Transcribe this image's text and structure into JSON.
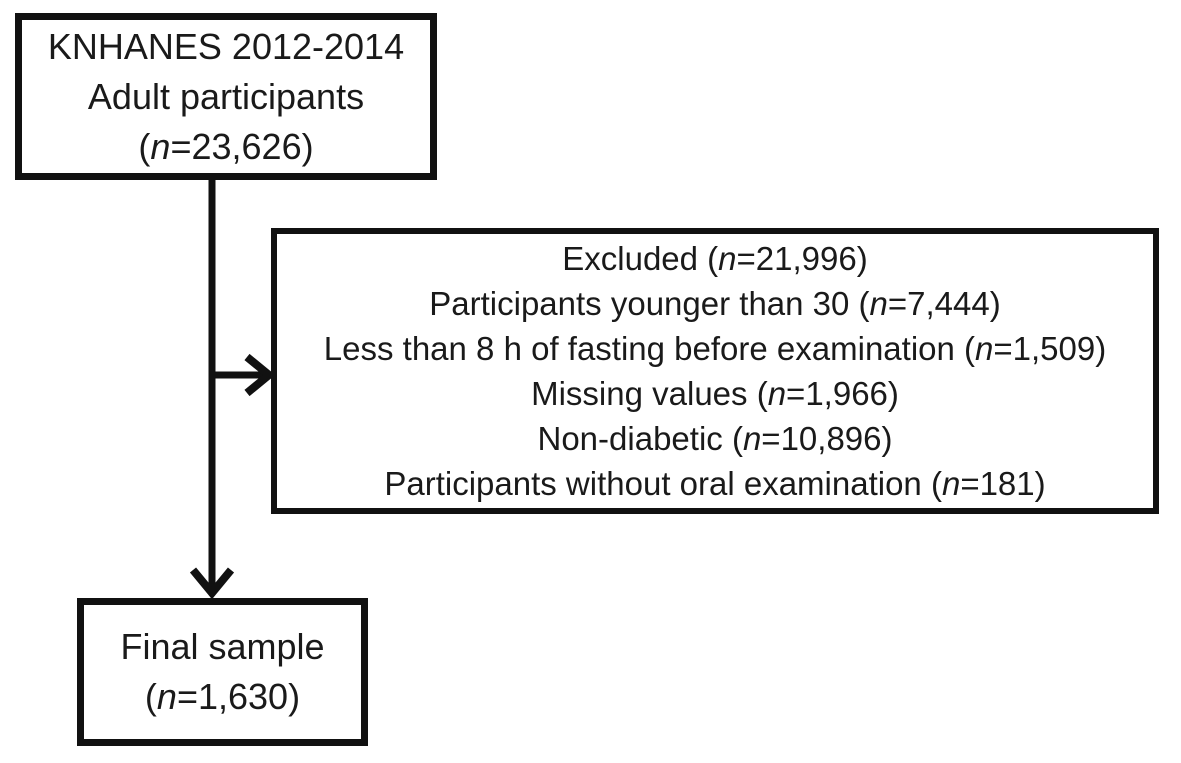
{
  "figure": {
    "type": "participant-flow-diagram",
    "boxes": {
      "source": {
        "lines": [
          "KNHANES 2012-2014",
          "Adult participants",
          "(n=23,626)"
        ]
      },
      "excluded": {
        "lines": [
          "Excluded (n=21,996)",
          "Participants younger than 30 (n=7,444)",
          "Less than 8 h of fasting before examination (n=1,509)",
          "Missing values (n=1,966)",
          "Non-diabetic (n=10,896)",
          "Participants without oral examination (n=181)"
        ]
      },
      "final": {
        "lines": [
          "Final sample",
          "(n=1,630)"
        ]
      }
    },
    "connectors": [
      {
        "from": "source",
        "to": "final",
        "style": "arrow-down"
      },
      {
        "from": "source-to-final-trunk",
        "to": "excluded",
        "style": "arrow-right"
      }
    ],
    "colors": {
      "line": "#111111",
      "text": "#1a1a1a",
      "background": "#ffffff"
    }
  }
}
